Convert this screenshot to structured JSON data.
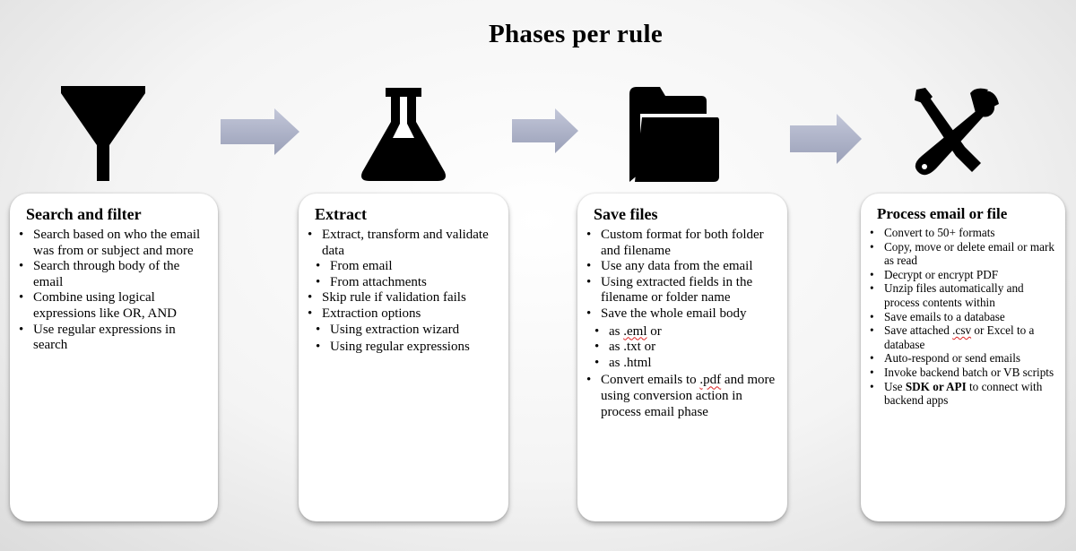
{
  "title": "Phases per rule",
  "icons": [
    "funnel-icon",
    "flask-icon",
    "folder-icon",
    "tools-icon"
  ],
  "phases": [
    {
      "heading": "Search and filter",
      "items": [
        {
          "text": "Search based on who the email was from or subject and more"
        },
        {
          "text": "Search through body of the email"
        },
        {
          "text": "Combine using logical expressions like OR, AND"
        },
        {
          "text": "Use regular expressions in search"
        }
      ]
    },
    {
      "heading": "Extract",
      "items": [
        {
          "text": "Extract, transform and validate data"
        },
        {
          "text": "From email"
        },
        {
          "text": "From attachments"
        },
        {
          "text": "Skip rule if validation fails"
        },
        {
          "text": "Extraction options"
        },
        {
          "text": "Using extraction wizard"
        },
        {
          "text": "Using regular expressions"
        }
      ]
    },
    {
      "heading": "Save files",
      "items": [
        {
          "text": "Custom format for both folder and filename"
        },
        {
          "text": "Use any data from the email"
        },
        {
          "text": "Using extracted fields in the filename or folder name"
        },
        {
          "text": "Save the whole email body"
        },
        {
          "prefix": "as ",
          "squiggle": ".eml",
          "suffix": " or"
        },
        {
          "text": "as .txt or"
        },
        {
          "text": "as .html"
        },
        {
          "prefix": "Convert emails to ",
          "squiggle": ".pdf",
          "suffix": " and more using conversion action in process email phase"
        }
      ]
    },
    {
      "heading": "Process email or file",
      "items": [
        {
          "text": "Convert to 50+ formats"
        },
        {
          "text": "Copy, move or delete email or mark as read"
        },
        {
          "text": "Decrypt or encrypt PDF"
        },
        {
          "text": "Unzip files automatically and process contents within"
        },
        {
          "text": "Save emails to a database"
        },
        {
          "prefix": "Save attached ",
          "squiggle": ".csv",
          "suffix": " or Excel to a database"
        },
        {
          "text": "Auto-respond or send emails"
        },
        {
          "text": "Invoke backend batch or VB scripts"
        },
        {
          "prefix": "Use ",
          "bold": "SDK or API",
          "suffix": " to connect with backend apps"
        }
      ]
    }
  ],
  "colors": {
    "arrow_fill": "#aab0c8",
    "icon": "#000000"
  }
}
